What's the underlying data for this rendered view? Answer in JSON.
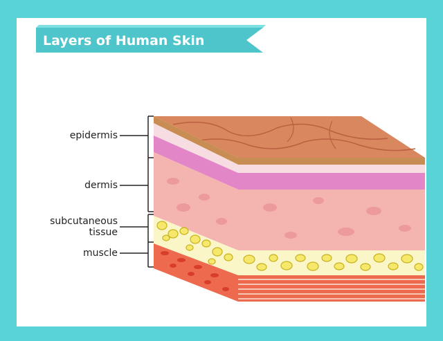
{
  "title": "Layers of Human Skin",
  "labels": {
    "epidermis": "epidermis",
    "dermis": "dermis",
    "subcutaneous_line1": "subcutaneous",
    "subcutaneous_line2": "tissue",
    "muscle": "muscle"
  },
  "colors": {
    "frame": "#5ad3d6",
    "title_banner": "#4ec5cb",
    "epidermis_top": "#d9875f",
    "dermis": "#f4b5b1",
    "subcutaneous_fat": "#f6e86a",
    "muscle": "#e8553f"
  }
}
